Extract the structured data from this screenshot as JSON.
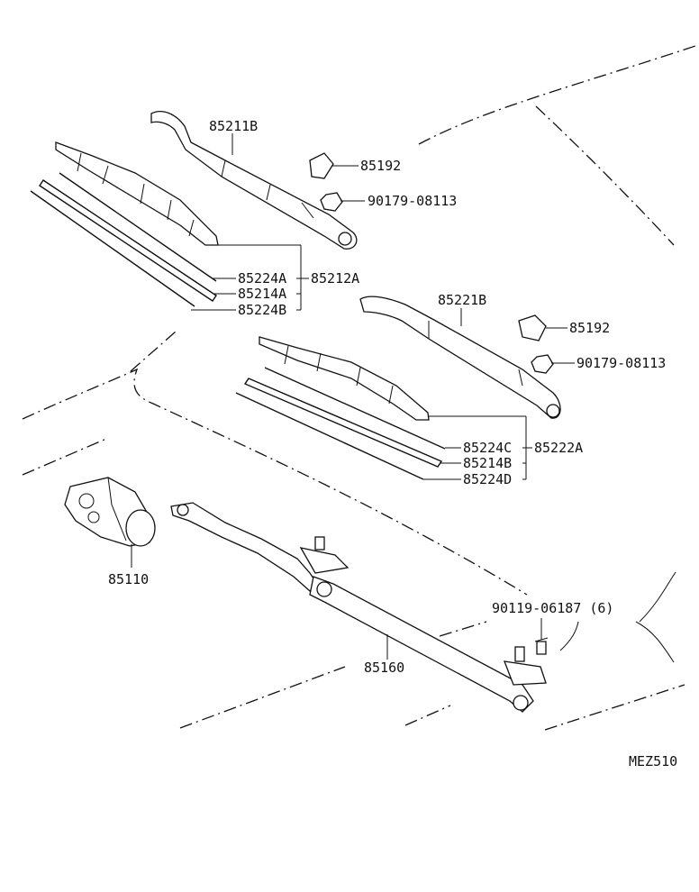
{
  "parts": {
    "arm_left": "85211B",
    "arm_right": "85221B",
    "cap_1": "85192",
    "cap_2": "85192",
    "nut_1": "90179-08113",
    "nut_2": "90179-08113",
    "blade_left_a": "85224A",
    "blade_left_assy": "85212A",
    "blade_left_rubber": "85214A",
    "blade_left_b": "85224B",
    "blade_right_c": "85224C",
    "blade_right_assy": "85222A",
    "blade_right_rubber": "85214B",
    "blade_right_d": "85224D",
    "motor": "85110",
    "linkage": "85160",
    "bolt": "90119-06187 (6)"
  },
  "diagram_code": "MEZ510"
}
